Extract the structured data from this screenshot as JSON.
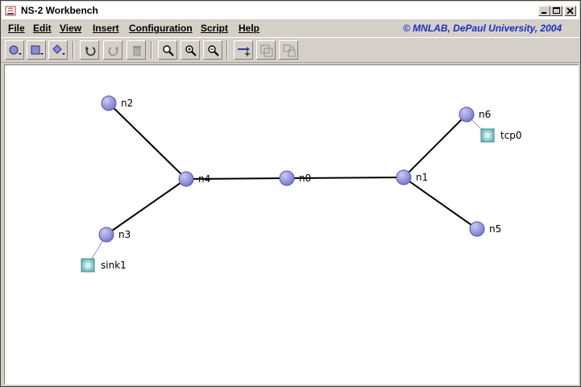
{
  "window": {
    "title": "NS-2 Workbench",
    "controls": {
      "minimize": "_",
      "maximize": "□",
      "close": "×"
    }
  },
  "menubar": {
    "items": [
      "File",
      "Edit",
      "View",
      "Insert",
      "Configuration",
      "Script",
      "Help"
    ],
    "copyright": "© MNLAB, DePaul University, 2004"
  },
  "toolbar": {
    "buttons": [
      "node-tool-icon",
      "agent-tool-icon",
      "link-tool-icon",
      "undo-icon",
      "redo-icon",
      "delete-icon",
      "zoom-icon",
      "zoom-in-icon",
      "zoom-out-icon",
      "add-link-icon",
      "group-icon",
      "ungroup-icon"
    ]
  },
  "topology": {
    "colors": {
      "node": "#7b7bd0",
      "node_highlight": "#c9c9f2",
      "agent": "#5fb3b3",
      "link": "#000000",
      "agent_link": "#9a9ad8"
    },
    "nodes": [
      {
        "id": "n0",
        "label": "n0"
      },
      {
        "id": "n1",
        "label": "n1"
      },
      {
        "id": "n2",
        "label": "n2"
      },
      {
        "id": "n3",
        "label": "n3"
      },
      {
        "id": "n4",
        "label": "n4"
      },
      {
        "id": "n5",
        "label": "n5"
      },
      {
        "id": "n6",
        "label": "n6"
      }
    ],
    "agents": [
      {
        "id": "tcp0",
        "label": "tcp0",
        "attached_to": "n6"
      },
      {
        "id": "sink1",
        "label": "sink1",
        "attached_to": "n3"
      }
    ],
    "links": [
      {
        "from": "n2",
        "to": "n4"
      },
      {
        "from": "n4",
        "to": "n0"
      },
      {
        "from": "n0",
        "to": "n1"
      },
      {
        "from": "n1",
        "to": "n6"
      },
      {
        "from": "n1",
        "to": "n5"
      },
      {
        "from": "n4",
        "to": "n3"
      }
    ]
  }
}
